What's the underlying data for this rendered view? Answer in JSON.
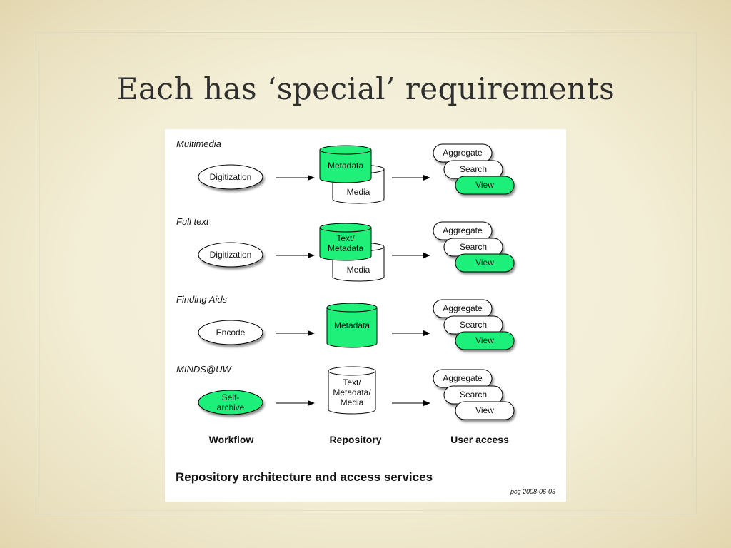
{
  "slide": {
    "title": "Each has ‘special’ requirements"
  },
  "diagram": {
    "rows": [
      {
        "label": "Multimedia",
        "workflow": "Digitization",
        "workflow_highlight": false,
        "repo_front": "Metadata",
        "repo_back": "Media",
        "repo_layout": "stacked",
        "access": [
          "Aggregate",
          "Search",
          "View"
        ],
        "access_highlight": [
          false,
          false,
          true
        ]
      },
      {
        "label": "Full text",
        "workflow": "Digitization",
        "workflow_highlight": false,
        "repo_front": "Text/\nMetadata",
        "repo_back": "Media",
        "repo_layout": "stacked",
        "access": [
          "Aggregate",
          "Search",
          "View"
        ],
        "access_highlight": [
          false,
          false,
          true
        ]
      },
      {
        "label": "Finding Aids",
        "workflow": "Encode",
        "workflow_highlight": false,
        "repo_front": "Metadata",
        "repo_back": "",
        "repo_layout": "single-green",
        "access": [
          "Aggregate",
          "Search",
          "View"
        ],
        "access_highlight": [
          false,
          false,
          true
        ]
      },
      {
        "label": "MINDS@UW",
        "workflow": "Self-\narchive",
        "workflow_highlight": true,
        "repo_front": "Text/\nMetadata/\nMedia",
        "repo_back": "",
        "repo_layout": "single-white",
        "access": [
          "Aggregate",
          "Search",
          "View"
        ],
        "access_highlight": [
          false,
          false,
          false
        ]
      }
    ],
    "columns": {
      "workflow": "Workflow",
      "repository": "Repository",
      "access": "User access"
    },
    "caption": "Repository architecture and access services",
    "credit": "pcg 2008-06-03"
  },
  "colors": {
    "highlight": "#1ef07a",
    "outline": "#000000",
    "white": "#ffffff"
  }
}
